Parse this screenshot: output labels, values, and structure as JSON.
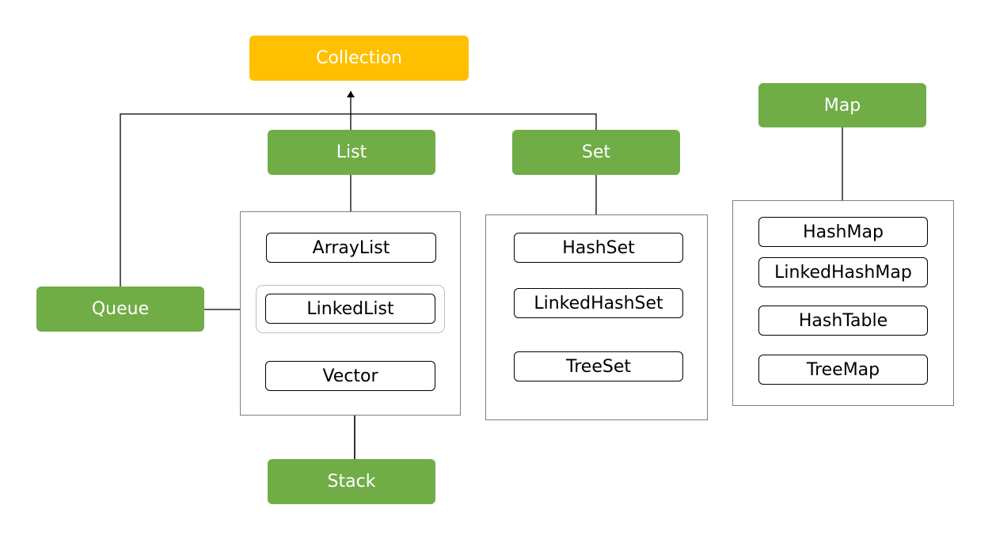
{
  "colors": {
    "interface": "#70ad47",
    "root": "#ffc000",
    "text_on_fill": "#ffffff",
    "line": "#000000",
    "group_border": "#7f7f7f"
  },
  "nodes": {
    "collection": "Collection",
    "list": "List",
    "set": "Set",
    "map": "Map",
    "queue": "Queue",
    "stack": "Stack"
  },
  "list_impls": [
    "ArrayList",
    "LinkedList",
    "Vector"
  ],
  "set_impls": [
    "HashSet",
    "LinkedHashSet",
    "TreeSet"
  ],
  "map_impls": [
    "HashMap",
    "LinkedHashMap",
    "HashTable",
    "TreeMap"
  ],
  "edges": [
    {
      "from": "List",
      "to": "Collection"
    },
    {
      "from": "Set",
      "to": "Collection"
    },
    {
      "from": "Queue",
      "to": "Collection"
    },
    {
      "from": "Stack",
      "to": "Vector"
    },
    {
      "from": "Queue",
      "to": "LinkedList"
    }
  ]
}
